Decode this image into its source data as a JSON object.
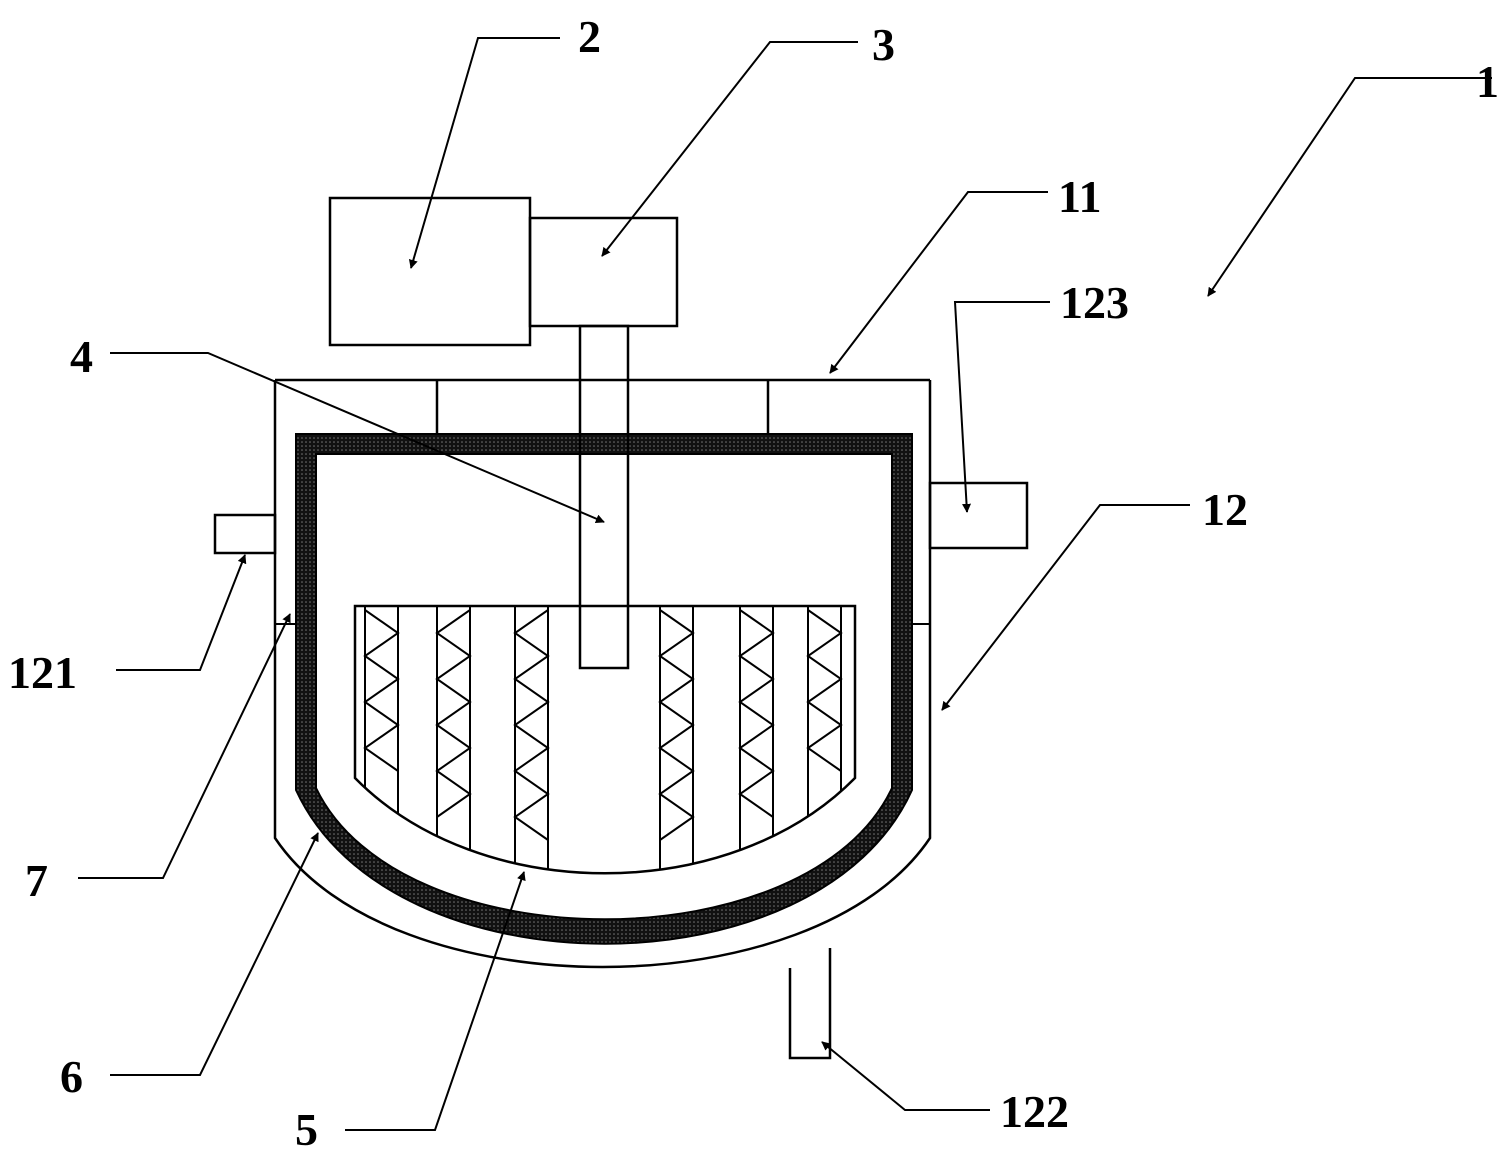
{
  "labels": {
    "l1": "1",
    "l2": "2",
    "l3": "3",
    "l4": "4",
    "l5": "5",
    "l6": "6",
    "l7": "7",
    "l11": "11",
    "l12": "12",
    "l121": "121",
    "l122": "122",
    "l123": "123"
  }
}
